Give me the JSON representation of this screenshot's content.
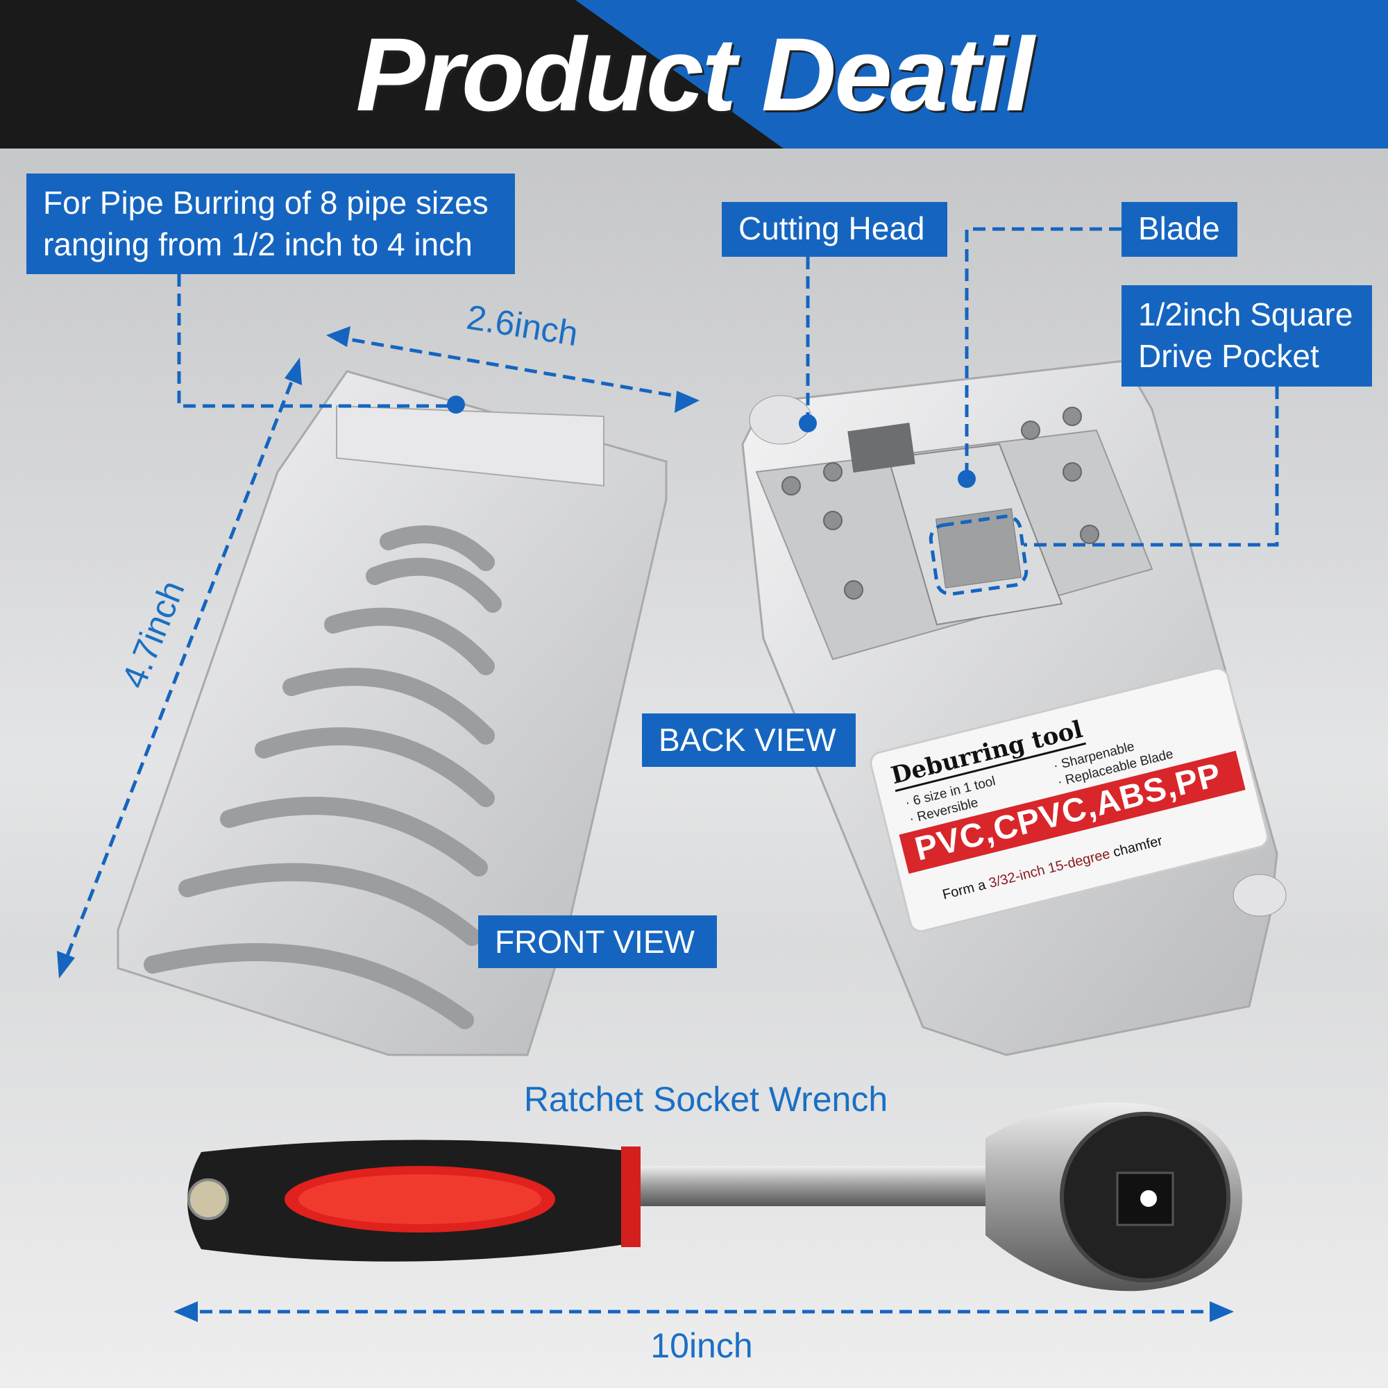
{
  "header": {
    "title": "Product Deatil",
    "colors": {
      "left": "#1a1a1a",
      "right": "#1565c0"
    }
  },
  "callouts": {
    "pipe_sizes": [
      "For Pipe Burring of 8 pipe sizes",
      "ranging from 1/2 inch to 4 inch"
    ],
    "cutting_head": "Cutting Head",
    "blade": "Blade",
    "drive_pocket": [
      "1/2inch Square",
      "Drive Pocket"
    ],
    "back_view": "BACK VIEW",
    "front_view": "FRONT VIEW"
  },
  "dimensions": {
    "width": "2.6inch",
    "height": "4.7inch",
    "wrench_length": "10inch"
  },
  "wrench_label": "Ratchet Socket Wrench",
  "sticker": {
    "title": "Deburring tool",
    "features": [
      "· 6 size in 1 tool",
      "· Reversible",
      "· Sharpenable",
      "· Replaceable Blade"
    ],
    "materials": "PVC,CPVC,ABS,PP",
    "chamfer_prefix": "Form a ",
    "chamfer_highlight": "3/32-inch 15-degree",
    "chamfer_suffix": " chamfer"
  },
  "accent_color": "#1565c0",
  "sticker_red": "#d9262b"
}
